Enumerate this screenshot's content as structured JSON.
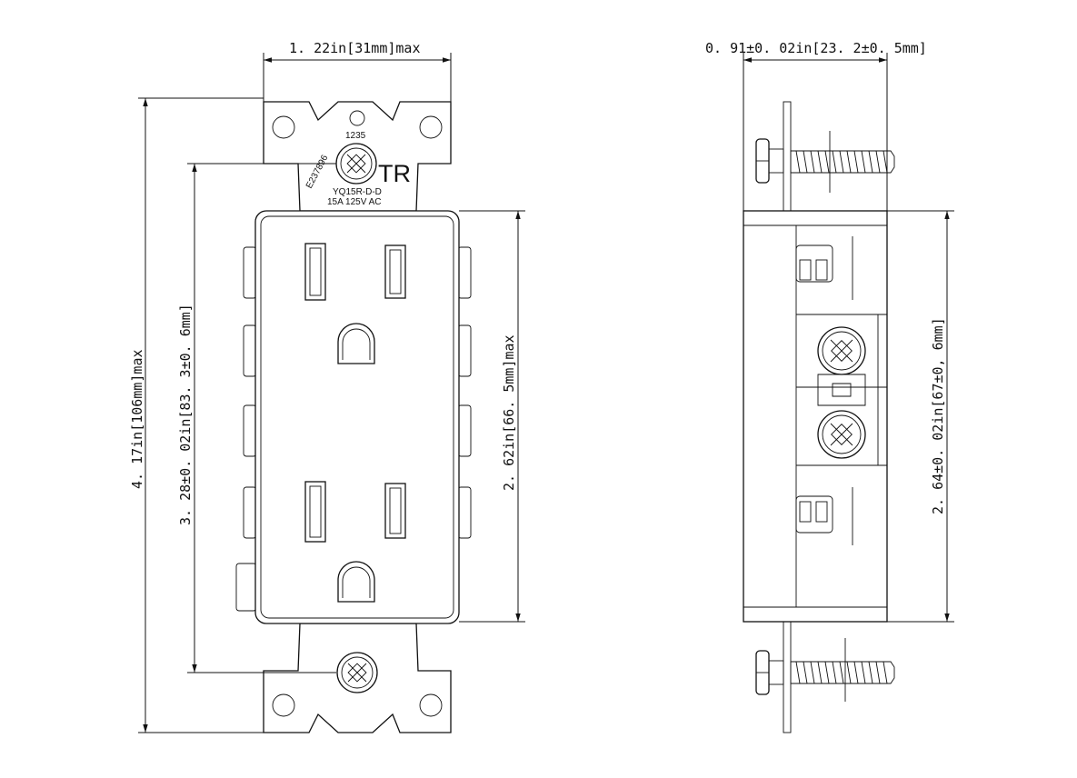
{
  "front_view": {
    "dim_width": "1. 22in[31mm]max",
    "dim_overall_height": "4. 17in[106mm]max",
    "dim_mounting": "3. 28±0. 02in[83. 3±0. 6mm]",
    "dim_face_height": "2. 62in[66. 5mm]max",
    "marking_code": "1235",
    "marking_file": "E237896",
    "marking_model": "YQ15R-D-D",
    "marking_rating": "15A 125V AC",
    "tr_logo": "TR"
  },
  "side_view": {
    "dim_depth": "0. 91±0. 02in[23. 2±0. 5mm]",
    "dim_body_height": "2. 64±0. 02in[67±0, 6mm]"
  }
}
